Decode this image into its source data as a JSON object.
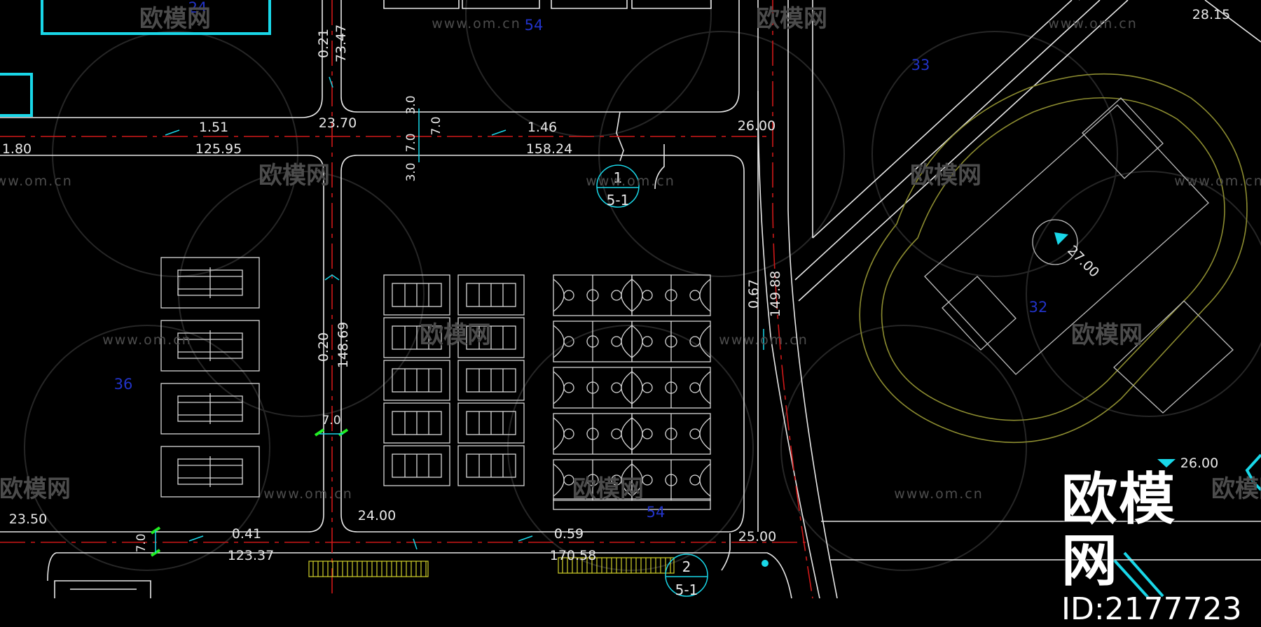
{
  "colors": {
    "background": "#000000",
    "road": "#e8e8e8",
    "centerline": "#d01818",
    "text": "#e8e8e8",
    "building": "#19d7e8",
    "parcel": "#2233c8",
    "track": "#8c8c30",
    "green_marker": "#22ee22",
    "yellow_hatch": "#d2d22a",
    "court": "#d8d8d8",
    "watermark": "#4c4c4c"
  },
  "parcel_numbers": [
    {
      "id": "p24",
      "label": "24"
    },
    {
      "id": "p54a",
      "label": "54"
    },
    {
      "id": "p33",
      "label": "33"
    },
    {
      "id": "p32",
      "label": "32"
    },
    {
      "id": "p36",
      "label": "36"
    },
    {
      "id": "p54b",
      "label": "54"
    }
  ],
  "road_labels": {
    "top_road_left": {
      "slope": "1.51",
      "length": "125.95"
    },
    "top_road_mid": {
      "slope": "1.46",
      "length": "158.24"
    },
    "left_edge_value": "1.80",
    "vert_road_top": {
      "slope": "0.21",
      "length": "73.47"
    },
    "vert_road_mid": {
      "slope": "0.20",
      "length": "148.69"
    },
    "right_road": {
      "slope": "0.67",
      "length": "149.88"
    },
    "bottom_road_left": {
      "slope": "0.41",
      "length": "123.37"
    },
    "bottom_road_mid": {
      "slope": "0.59",
      "length": "170.58"
    }
  },
  "elevations": {
    "e1": "23.70",
    "e2": "26.00",
    "e3": "23.50",
    "e4": "24.00",
    "e5": "25.00",
    "e6": "28.15",
    "e7": "27.00",
    "e8": "26.00"
  },
  "road_widths": {
    "top_seg1": "3.0",
    "top_seg2": "7.0",
    "top_seg3": "7.0",
    "top_seg4": "3.0",
    "mid": "7.0",
    "bottom": "7.0"
  },
  "section_markers": [
    {
      "number": "1",
      "sheet": "5-1"
    },
    {
      "number": "2",
      "sheet": "5-1"
    }
  ],
  "watermark": {
    "url": "www.om.cn",
    "name": "欧模网"
  },
  "brand": {
    "name": "欧模网",
    "id": "ID:2177723"
  }
}
